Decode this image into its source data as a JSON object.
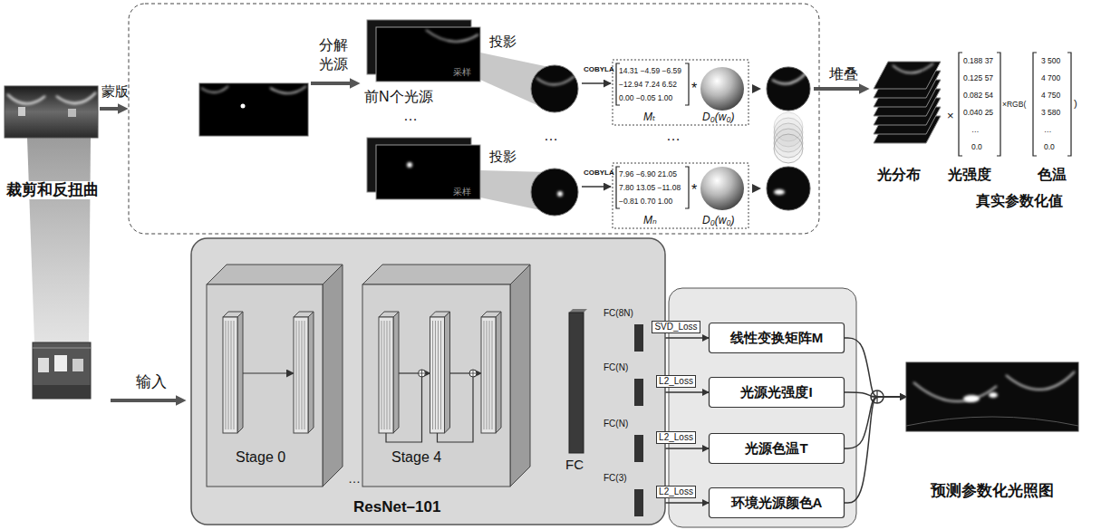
{
  "diagram": {
    "nodes": [
      {
        "text": [
          "ResNet–101"
        ]
      },
      {
        "text": [
          "Stage 0"
        ],
        "in": 0
      },
      {
        "text": [
          "Stage 4"
        ],
        "in": 0
      },
      {
        "text": [
          "FC"
        ],
        "in": 0
      },
      {
        "text": [
          "FC(8N)"
        ],
        "in": 0
      },
      {
        "text": [
          "FC(N)"
        ],
        "in": 0
      },
      {
        "text": [
          "FC(N)"
        ],
        "in": 0
      },
      {
        "text": [
          "FC(3)"
        ],
        "in": 0
      },
      {
        "text": [
          "线性变换矩阵M"
        ]
      },
      {
        "text": [
          "光源光强度I"
        ]
      },
      {
        "text": [
          "光源色温T"
        ]
      },
      {
        "text": [
          "环境光源颜色A"
        ]
      },
      {
        "text": [
          "预测参数化光照图"
        ]
      }
    ],
    "edges": [
      {
        "from": 2,
        "to": 3,
        "arrow": "to"
      },
      {
        "from": 3,
        "to": 4,
        "arrow": "none"
      },
      {
        "from": 3,
        "to": 5,
        "arrow": "none"
      },
      {
        "from": 3,
        "to": 6,
        "arrow": "none"
      },
      {
        "from": 3,
        "to": 7,
        "arrow": "none"
      },
      {
        "from": 4,
        "to": 8,
        "label": "SVD_Loss",
        "arrow": "to"
      },
      {
        "from": 5,
        "to": 9,
        "label": "L2_Loss",
        "arrow": "to"
      },
      {
        "from": 6,
        "to": 10,
        "label": "L2_Loss",
        "arrow": "to"
      },
      {
        "from": 7,
        "to": 11,
        "label": "L2_Loss",
        "arrow": "to"
      },
      {
        "from": 8,
        "to": 12,
        "arrow": "to"
      },
      {
        "from": 9,
        "to": 12,
        "arrow": "to"
      },
      {
        "from": 10,
        "to": 12,
        "arrow": "to"
      },
      {
        "from": 11,
        "to": 12,
        "arrow": "to"
      }
    ],
    "labels": [
      "蒙版",
      "分解光源",
      "前N个光源",
      "…",
      "采样",
      "投影",
      "COBYLA",
      "14.31 −4.59 −6.59",
      "−12.94 7.24 6.52",
      "0.00 −0.05 1.00",
      "*",
      "Mₜ",
      "D₀(w₀)",
      "…",
      "…",
      "采样",
      "投影",
      "COBYLA",
      "7.96 −6.90 21.05",
      "7.80 13.05 −11.08",
      "−0.81 0.70 1.00",
      "*",
      "Mₙ",
      "D₀(w₀)",
      "堆叠",
      "光分布",
      "×",
      "0.188 37",
      "0.125 57",
      "0.082 54",
      "0.040 25",
      "…",
      "0.0",
      "×RGB(",
      "3 500",
      "4 700",
      "4 750",
      "3 580",
      "…",
      "0.0",
      ")",
      "光强度",
      "色温",
      "真实参数化值",
      "裁剪和反扭曲",
      "输入",
      "…"
    ]
  }
}
